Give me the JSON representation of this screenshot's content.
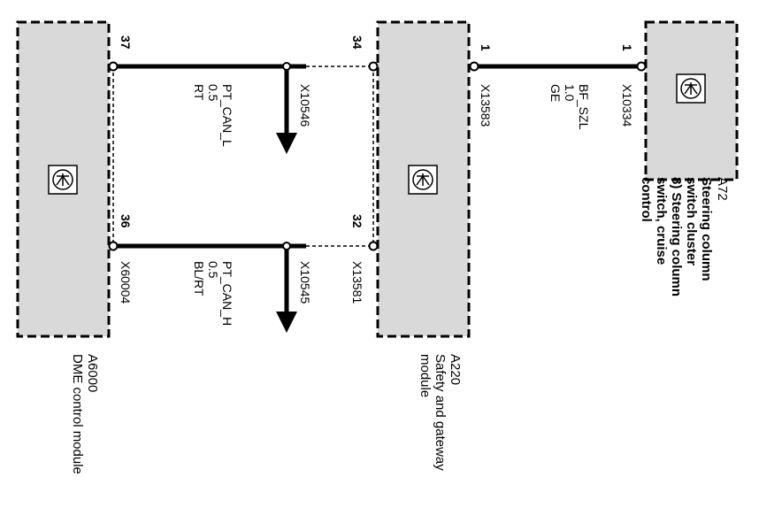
{
  "colors": {
    "module_fill": "#d9d9d9",
    "line": "#000000",
    "background": "#ffffff"
  },
  "modules": {
    "dme": {
      "id": "A6000",
      "name": "DME control module",
      "icon": "control-unit-icon"
    },
    "gateway": {
      "id": "A220",
      "name_line1": "Safety and gateway",
      "name_line2": "module",
      "icon": "control-unit-icon"
    },
    "steering": {
      "id": "A72",
      "name_line1": "Steering column",
      "name_line2": "switch cluster",
      "name_line3": "8) Steering column",
      "name_line4": "switch, cruise",
      "name_line5": "control",
      "icon": "control-unit-icon"
    }
  },
  "pins": {
    "dme_top": "37",
    "dme_bottom": "36",
    "gw_top": "34",
    "gw_bottom": "32",
    "gw_right": "1",
    "steer": "1"
  },
  "connectors": {
    "dme_bottom": "X60004",
    "gw_bottom": "X13581",
    "gw_right": "X13583",
    "steer": "X10334"
  },
  "wires": {
    "can_l": {
      "connector": "X10546",
      "signal": "PT_CAN_L",
      "size": "0.5",
      "color": "RT"
    },
    "can_h": {
      "connector": "X10545",
      "signal": "PT_CAN_H",
      "size": "0.5",
      "color": "BL/RT"
    },
    "szl": {
      "signal": "BF_SZL",
      "size": "1.0",
      "color": "GE"
    }
  }
}
